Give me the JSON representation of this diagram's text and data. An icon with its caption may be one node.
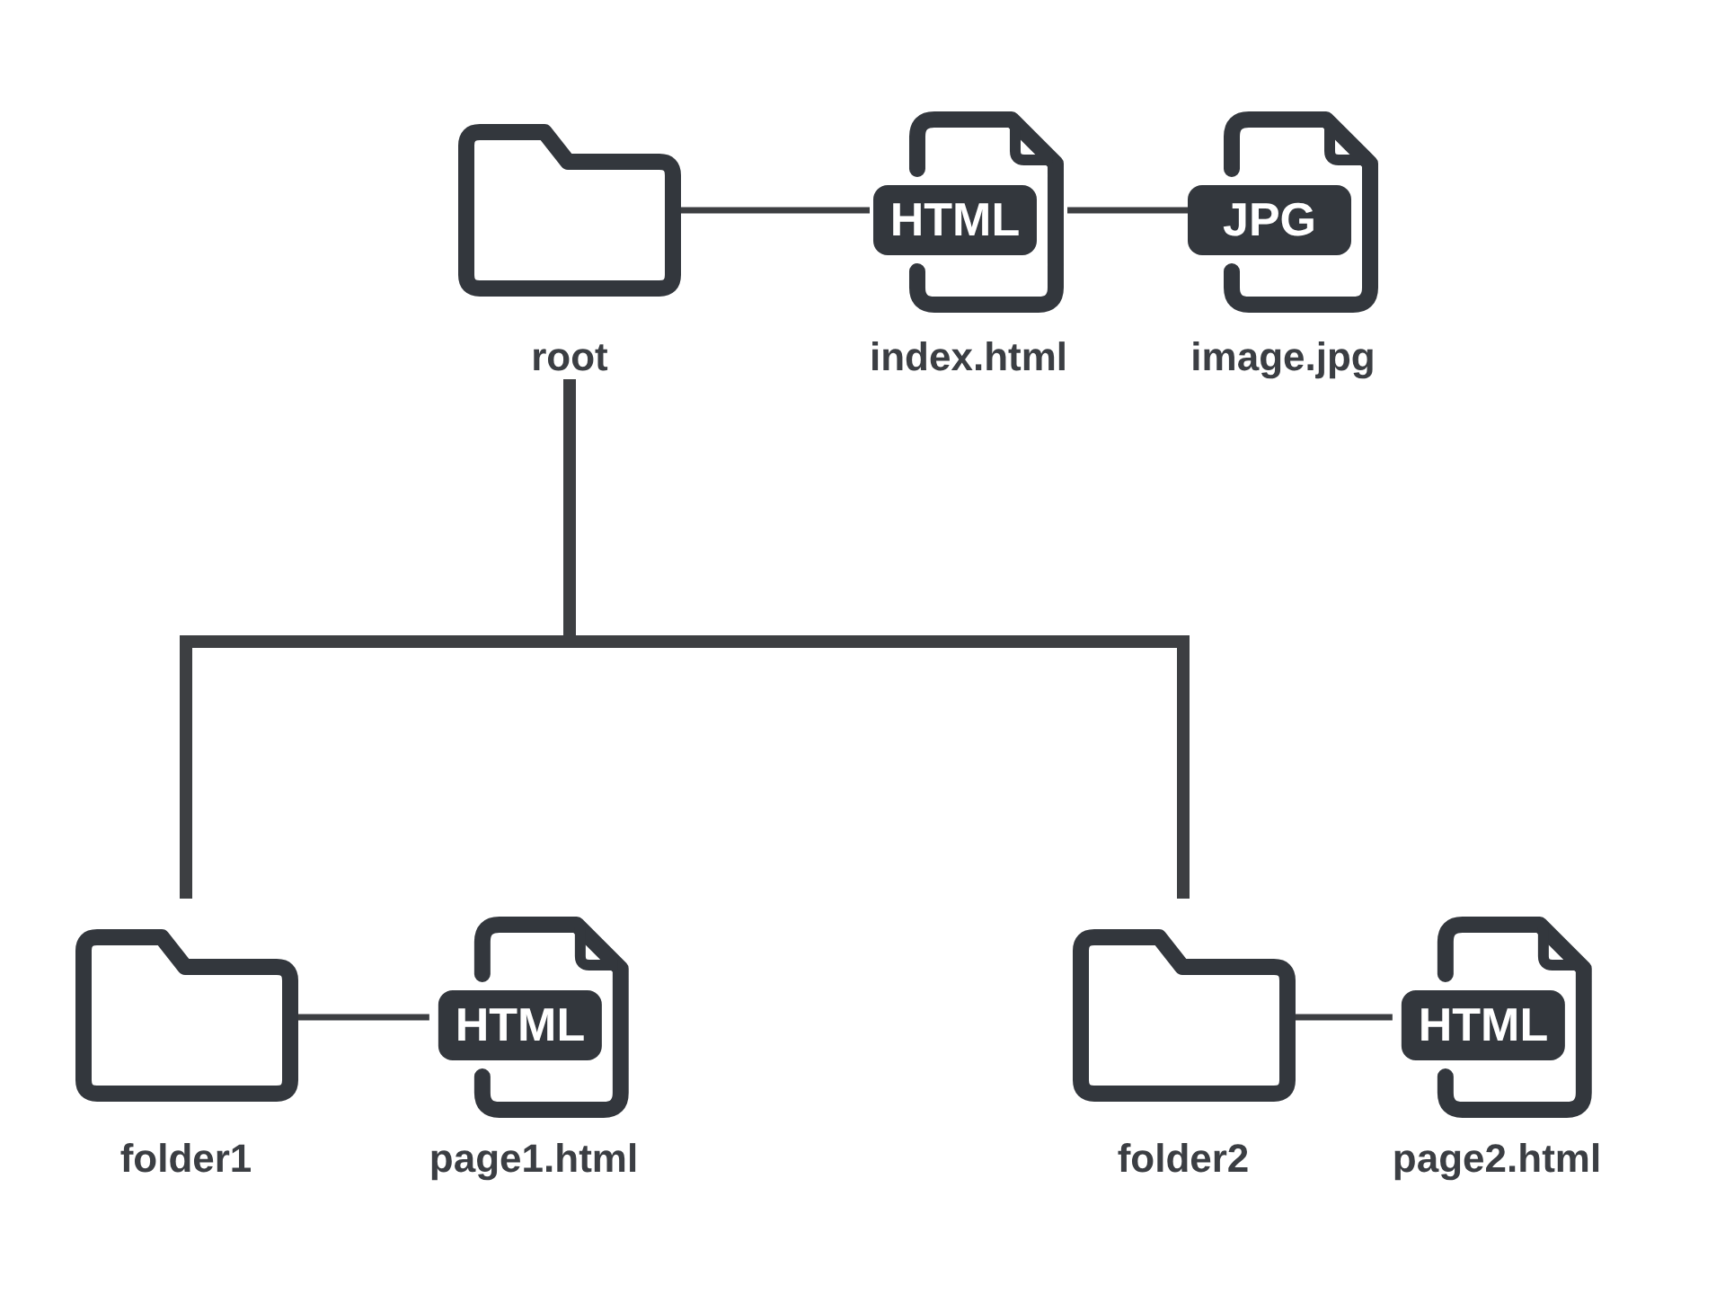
{
  "diagram": {
    "nodes": [
      {
        "text": [
          "root"
        ]
      },
      {
        "text": [
          "HTML",
          "index.html"
        ]
      },
      {
        "text": [
          "JPG",
          "image.jpg"
        ]
      },
      {
        "text": [
          "folder1"
        ]
      },
      {
        "text": [
          "HTML",
          "page1.html"
        ]
      },
      {
        "text": [
          "folder2"
        ]
      },
      {
        "text": [
          "HTML",
          "page2.html"
        ]
      }
    ],
    "edges": [
      {
        "from": 0,
        "to": 1,
        "arrow": "none"
      },
      {
        "from": 1,
        "to": 2,
        "arrow": "none"
      },
      {
        "from": 0,
        "to": 3,
        "arrow": "none",
        "style": "thick"
      },
      {
        "from": 0,
        "to": 5,
        "arrow": "none",
        "style": "thick"
      },
      {
        "from": 3,
        "to": 4,
        "arrow": "none"
      },
      {
        "from": 5,
        "to": 6,
        "arrow": "none"
      }
    ]
  }
}
